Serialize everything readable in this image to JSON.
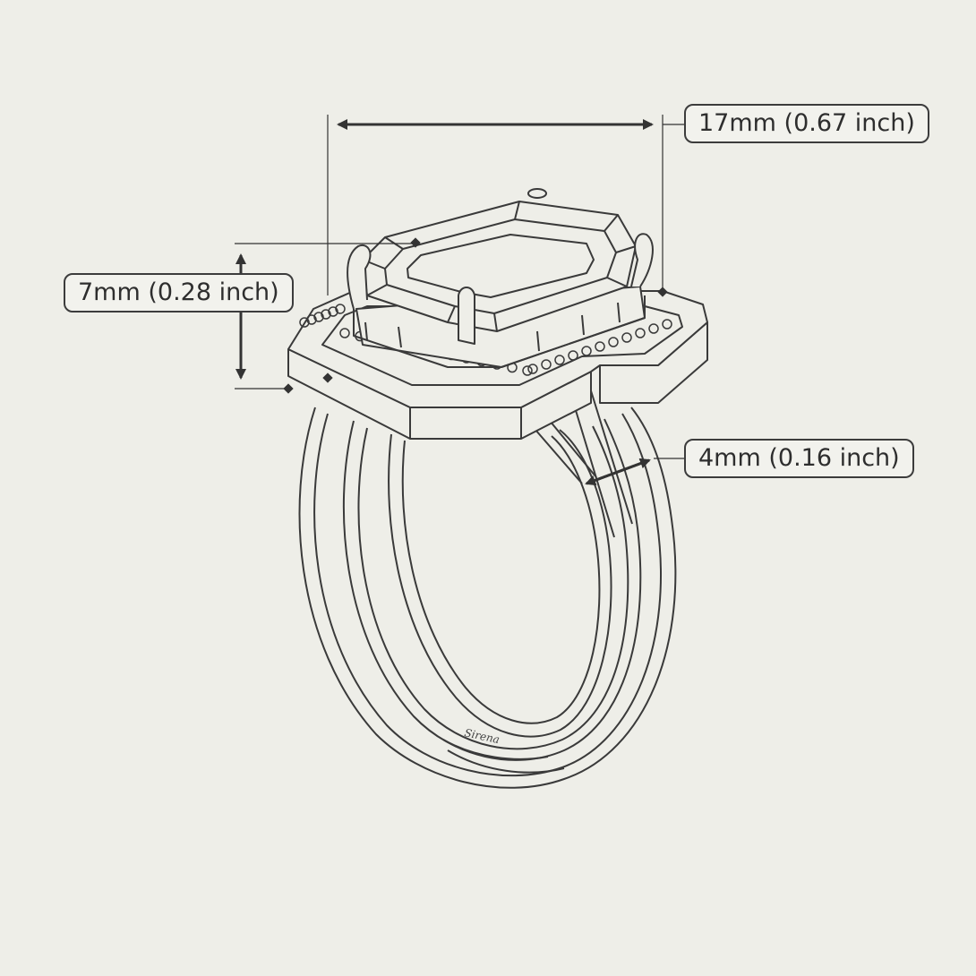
{
  "dimensions": {
    "width_label": "17mm (0.67 inch)",
    "height_label": "7mm (0.28 inch)",
    "band_label": "4mm (0.16 inch)"
  },
  "engraving": "Sirena",
  "colors": {
    "background": "#eeeee8",
    "line": "#3a3a3a",
    "label_border": "#3c3c3c"
  }
}
